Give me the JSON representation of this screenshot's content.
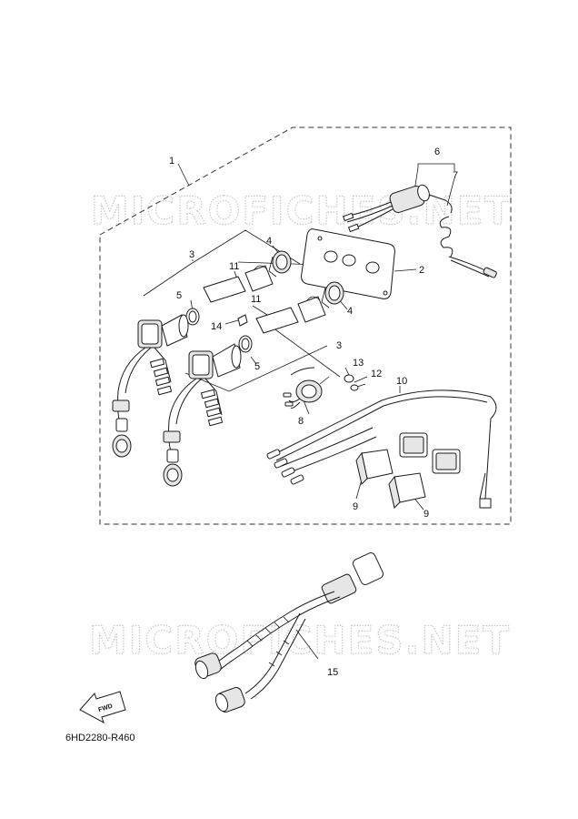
{
  "diagram": {
    "code": "6HD2280-R460",
    "watermark": "MICROFICHES.NET",
    "fwd_label": "FWD",
    "callouts": [
      "1",
      "2",
      "3",
      "3",
      "4",
      "4",
      "5",
      "5",
      "6",
      "7",
      "8",
      "9",
      "9",
      "10",
      "11",
      "11",
      "12",
      "13",
      "14",
      "15"
    ]
  }
}
